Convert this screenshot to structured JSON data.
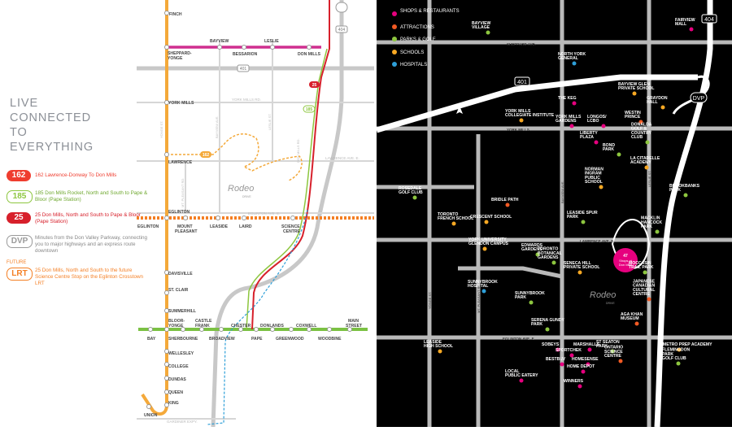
{
  "transit_map": {
    "headline": [
      "LIVE",
      "CONNECTED",
      "TO",
      "EVERYTHING"
    ],
    "legend": [
      {
        "badge": "162",
        "text": "162 Lawrence-Donway To Don Mills",
        "color": "#ef3d2f",
        "filled": true
      },
      {
        "badge": "185",
        "text": "185 Don Mills Rocket, North and South to Pape & Bloor (Pape Station)",
        "color": "#8dc63f",
        "filled": false
      },
      {
        "badge": "25",
        "text": "25 Don Mills, North and South to Pape & Bloor (Pape Station)",
        "color": "#d7202b",
        "filled": true
      },
      {
        "badge": "DVP",
        "text": "Minutes from the Don Valley Parkway, connecting you to major highways and an express route downtown",
        "color": "#9a9a9a",
        "filled": false
      },
      {
        "badge": "LRT",
        "text": "25 Don Mills, North and South to the future Science Centre Stop on the Eglinton Crosstown LRT",
        "color": "#f47f24",
        "filled": false,
        "future_label": "FUTURE"
      }
    ],
    "stations": {
      "finch": "FINCH",
      "bayview": "BAYVIEW",
      "leslie": "LESLIE",
      "sheppard_yonge": [
        "SHEPPARD-",
        "YONGE"
      ],
      "bessarion": "BESSARION",
      "don_mills": "DON MILLS",
      "york_mills": "YORK MILLS",
      "lawrence": "LAWRENCE",
      "eglinton": "EGLINTON",
      "eglinton_west": "EGLINTON",
      "mount_pleasant": [
        "MOUNT",
        "PLEASANT"
      ],
      "leaside": "LEASIDE",
      "laird": "LAIRD",
      "science_centre": [
        "SCIENCE",
        "CENTRE"
      ],
      "davisville": "DAVISVILLE",
      "st_clair": "ST. CLAIR",
      "summerhill": "SUMMERHILL",
      "bloor_yonge": [
        "BLOOR-",
        "YONGE"
      ],
      "sherbourne": "SHERBOURNE",
      "castle_frank": [
        "CASTLE",
        "FRANK"
      ],
      "broadview": "BROADVIEW",
      "chester": "CHESTER",
      "pape": "PAPE",
      "donlands": "DONLANDS",
      "greenwood": "GREENWOOD",
      "coxwell": "COXWELL",
      "woodbine": "WOODBINE",
      "main_street": [
        "MAIN",
        "STREET"
      ],
      "bay": "BAY",
      "wellesley": "WELLESLEY",
      "college": "COLLEGE",
      "dundas": "DUNDAS",
      "queen": "QUEEN",
      "king": "KING",
      "union": "UNION"
    },
    "road_labels": {
      "york_mills_rd": "YORK MILLS RD.",
      "lawrence_ave": "LAWRENCE AVE. E.",
      "eglinton_ave": "EGLINTON AVE. E.",
      "gardiner": "GARDINER EXPY.",
      "hwy_401": "401",
      "hwy_404": "404",
      "yonge_st": "YONGE ST.",
      "bayview_ave": "BAYVIEW AVE.",
      "leslie_st": "LESLIE ST.",
      "mt_pleasant_rd": "MT. PLEASANT RD.",
      "don_mills_rd": "DON MILLS RD."
    },
    "route_badges": {
      "r162": "162",
      "r25": "25",
      "r185": "185",
      "dvp": "DVP",
      "h404": "404",
      "h401": "401"
    },
    "rodeo": {
      "name": "Rodeo",
      "sub": "DRIVE"
    }
  },
  "amenity_map": {
    "legend": [
      {
        "label": "SHOPS & RESTAURANTS",
        "color": "#e6007e"
      },
      {
        "label": "ATTRACTIONS",
        "color": "#f15a24"
      },
      {
        "label": "PARKS & GOLF",
        "color": "#8dc63f"
      },
      {
        "label": "SCHOOLS",
        "color": "#f7a823"
      },
      {
        "label": "HOSPITALS",
        "color": "#2e9fd8"
      }
    ],
    "road_labels": {
      "sheppard": "SHEPPARD AVE.",
      "york_mills": "YORK MILLS",
      "lawrence": "LAWRENCE AVE. E.",
      "eglinton": "EGLINTON AVE. E.",
      "hwy_401": "401",
      "hwy_404": "404",
      "dvp": "DVP",
      "yonge": "YONGE ST.",
      "mt_pleasant": "MT. PLEASANT RD.",
      "bayview": "BAYVIEW AVE.",
      "leslie": "LESLIE ST.",
      "don_mills": "DON MILLS RD."
    },
    "site_marker": {
      "lines": [
        "47",
        "Shops at",
        "Don Mills"
      ]
    },
    "rodeo": {
      "name": "Rodeo",
      "sub": "DRIVE"
    },
    "places": [
      {
        "lines": [
          "BAYVIEW",
          "VILLAGE"
        ],
        "color": "#8dc63f"
      },
      {
        "lines": [
          "FAIRVIEW",
          "MALL"
        ],
        "color": "#e6007e"
      },
      {
        "lines": [
          "NORTH YORK",
          "GENERAL"
        ],
        "color": "#2e9fd8"
      },
      {
        "lines": [
          "BAYVIEW GLEN",
          "PRIVATE SCHOOL"
        ],
        "color": "#f7a823"
      },
      {
        "lines": [
          "GRAYDON",
          "HALL"
        ],
        "color": "#f7a823"
      },
      {
        "lines": [
          "THE KEG"
        ],
        "color": "#e6007e"
      },
      {
        "lines": [
          "YORK MILLS",
          "COLLEGIATE INSTITUTE"
        ],
        "color": "#f7a823"
      },
      {
        "lines": [
          "YORK MILLS",
          "GARDENS"
        ],
        "color": "#e6007e"
      },
      {
        "lines": [
          "LONGOS/",
          "LCBO"
        ],
        "color": "#e6007e"
      },
      {
        "lines": [
          "WESTIN",
          "PRINCE"
        ],
        "color": "#f15a24"
      },
      {
        "lines": [
          "DONALDA",
          "GOLF &",
          "COUNTRY",
          "CLUB"
        ],
        "color": "#8dc63f"
      },
      {
        "lines": [
          "LIBERTY",
          "PLAZA"
        ],
        "color": "#e6007e"
      },
      {
        "lines": [
          "BOND",
          "PARK"
        ],
        "color": "#8dc63f"
      },
      {
        "lines": [
          "LA CITADELLE",
          "ACADEMY"
        ],
        "color": "#f7a823"
      },
      {
        "lines": [
          "NORMAN",
          "INGRAM",
          "PUBLIC",
          "SCHOOL"
        ],
        "color": "#f7a823"
      },
      {
        "lines": [
          "BROOKBANKS",
          "PARK"
        ],
        "color": "#8dc63f"
      },
      {
        "lines": [
          "ROSEDALE",
          "GOLF CLUB"
        ],
        "color": "#8dc63f"
      },
      {
        "lines": [
          "BRIDLE PATH"
        ],
        "color": "#f15a24"
      },
      {
        "lines": [
          "TORONTO",
          "FRENCH SCHOOL"
        ],
        "color": "#f7a823"
      },
      {
        "lines": [
          "CRESCENT SCHOOL"
        ],
        "color": "#f7a823"
      },
      {
        "lines": [
          "LEASIDE SPUR",
          "PARK"
        ],
        "color": "#8dc63f"
      },
      {
        "lines": [
          "MACKLIN",
          "HANCOCK",
          "PARK"
        ],
        "color": "#8dc63f"
      },
      {
        "lines": [
          "YORK UNIVERSITY",
          "GLENDON CAMPUS"
        ],
        "color": "#f7a823"
      },
      {
        "lines": [
          "EDWARDS",
          "GARDENS"
        ],
        "color": "#8dc63f"
      },
      {
        "lines": [
          "TORONTO",
          "BOTANICAL",
          "GARDENS"
        ],
        "color": "#8dc63f"
      },
      {
        "lines": [
          "SENECA HILL",
          "PRIVATE SCHOOL"
        ],
        "color": "#f7a823"
      },
      {
        "lines": [
          "MOCCASIN",
          "TRAIL PARK"
        ],
        "color": "#8dc63f"
      },
      {
        "lines": [
          "JAPANESE",
          "CANADIAN",
          "CULTURAL",
          "CENTRE"
        ],
        "color": "#f15a24"
      },
      {
        "lines": [
          "SUNNYBROOK",
          "HOSPITAL"
        ],
        "color": "#2e9fd8"
      },
      {
        "lines": [
          "SUNNYBROOK",
          "PARK"
        ],
        "color": "#8dc63f"
      },
      {
        "lines": [
          "AGA KHAN",
          "MUSEUM"
        ],
        "color": "#f15a24"
      },
      {
        "lines": [
          "SERENA GUNDY",
          "PARK"
        ],
        "color": "#8dc63f"
      },
      {
        "lines": [
          "LEASIDE",
          "HIGH SCHOOL"
        ],
        "color": "#f7a823"
      },
      {
        "lines": [
          "SOBEYS"
        ],
        "color": "#e6007e"
      },
      {
        "lines": [
          "MARSHALLS"
        ],
        "color": "#e6007e"
      },
      {
        "lines": [
          "ST SEATON",
          "PARK"
        ],
        "color": "#8dc63f"
      },
      {
        "lines": [
          "METRO PREP ACADEMY"
        ],
        "color": "#f7a823"
      },
      {
        "lines": [
          "SPORTCHEK"
        ],
        "color": "#e6007e"
      },
      {
        "lines": [
          "BESTBUY"
        ],
        "color": "#e6007e"
      },
      {
        "lines": [
          "HOMESENSE"
        ],
        "color": "#e6007e"
      },
      {
        "lines": [
          "ONTARIO",
          "SCIENCE",
          "CENTRE"
        ],
        "color": "#f15a24"
      },
      {
        "lines": [
          "FLEMINGDON",
          "PARK",
          "GOLF CLUB"
        ],
        "color": "#8dc63f"
      },
      {
        "lines": [
          "HOME DEPOT"
        ],
        "color": "#e6007e"
      },
      {
        "lines": [
          "LOCAL",
          "PUBLIC EATERY"
        ],
        "color": "#e6007e"
      },
      {
        "lines": [
          "WINNERS"
        ],
        "color": "#e6007e"
      }
    ]
  }
}
